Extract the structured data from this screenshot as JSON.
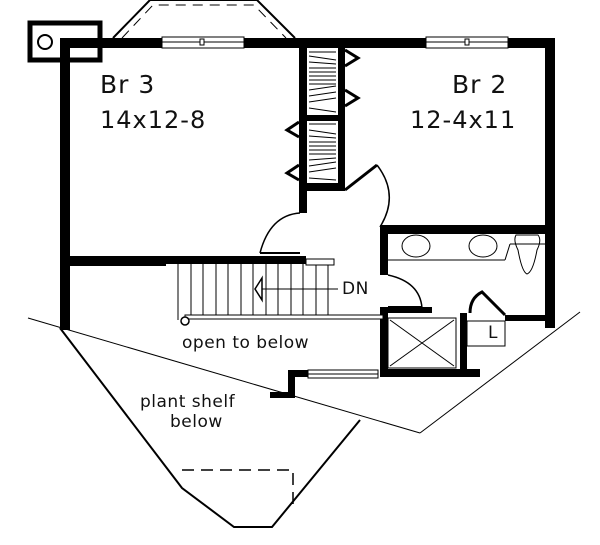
{
  "plan": {
    "type": "floor-plan",
    "level": "upper",
    "colors": {
      "wall": "#000000",
      "line": "#111111",
      "background": "#ffffff"
    }
  },
  "rooms": [
    {
      "id": "br3",
      "name": "Br 3",
      "dimensions": "14x12-8"
    },
    {
      "id": "br2",
      "name": "Br 2",
      "dimensions": "12-4x11"
    }
  ],
  "annotations": {
    "stairs": "DN",
    "open_area": "open to below",
    "plant_shelf_line1": "plant shelf",
    "plant_shelf_line2": "below",
    "linen": "L"
  },
  "fixtures": [
    "chimney-flue",
    "bay-window",
    "window-br3",
    "window-br2",
    "closet-br3",
    "closet-br2",
    "stairs",
    "double-vanity",
    "toilet",
    "shower",
    "linen-closet",
    "window-hall"
  ]
}
